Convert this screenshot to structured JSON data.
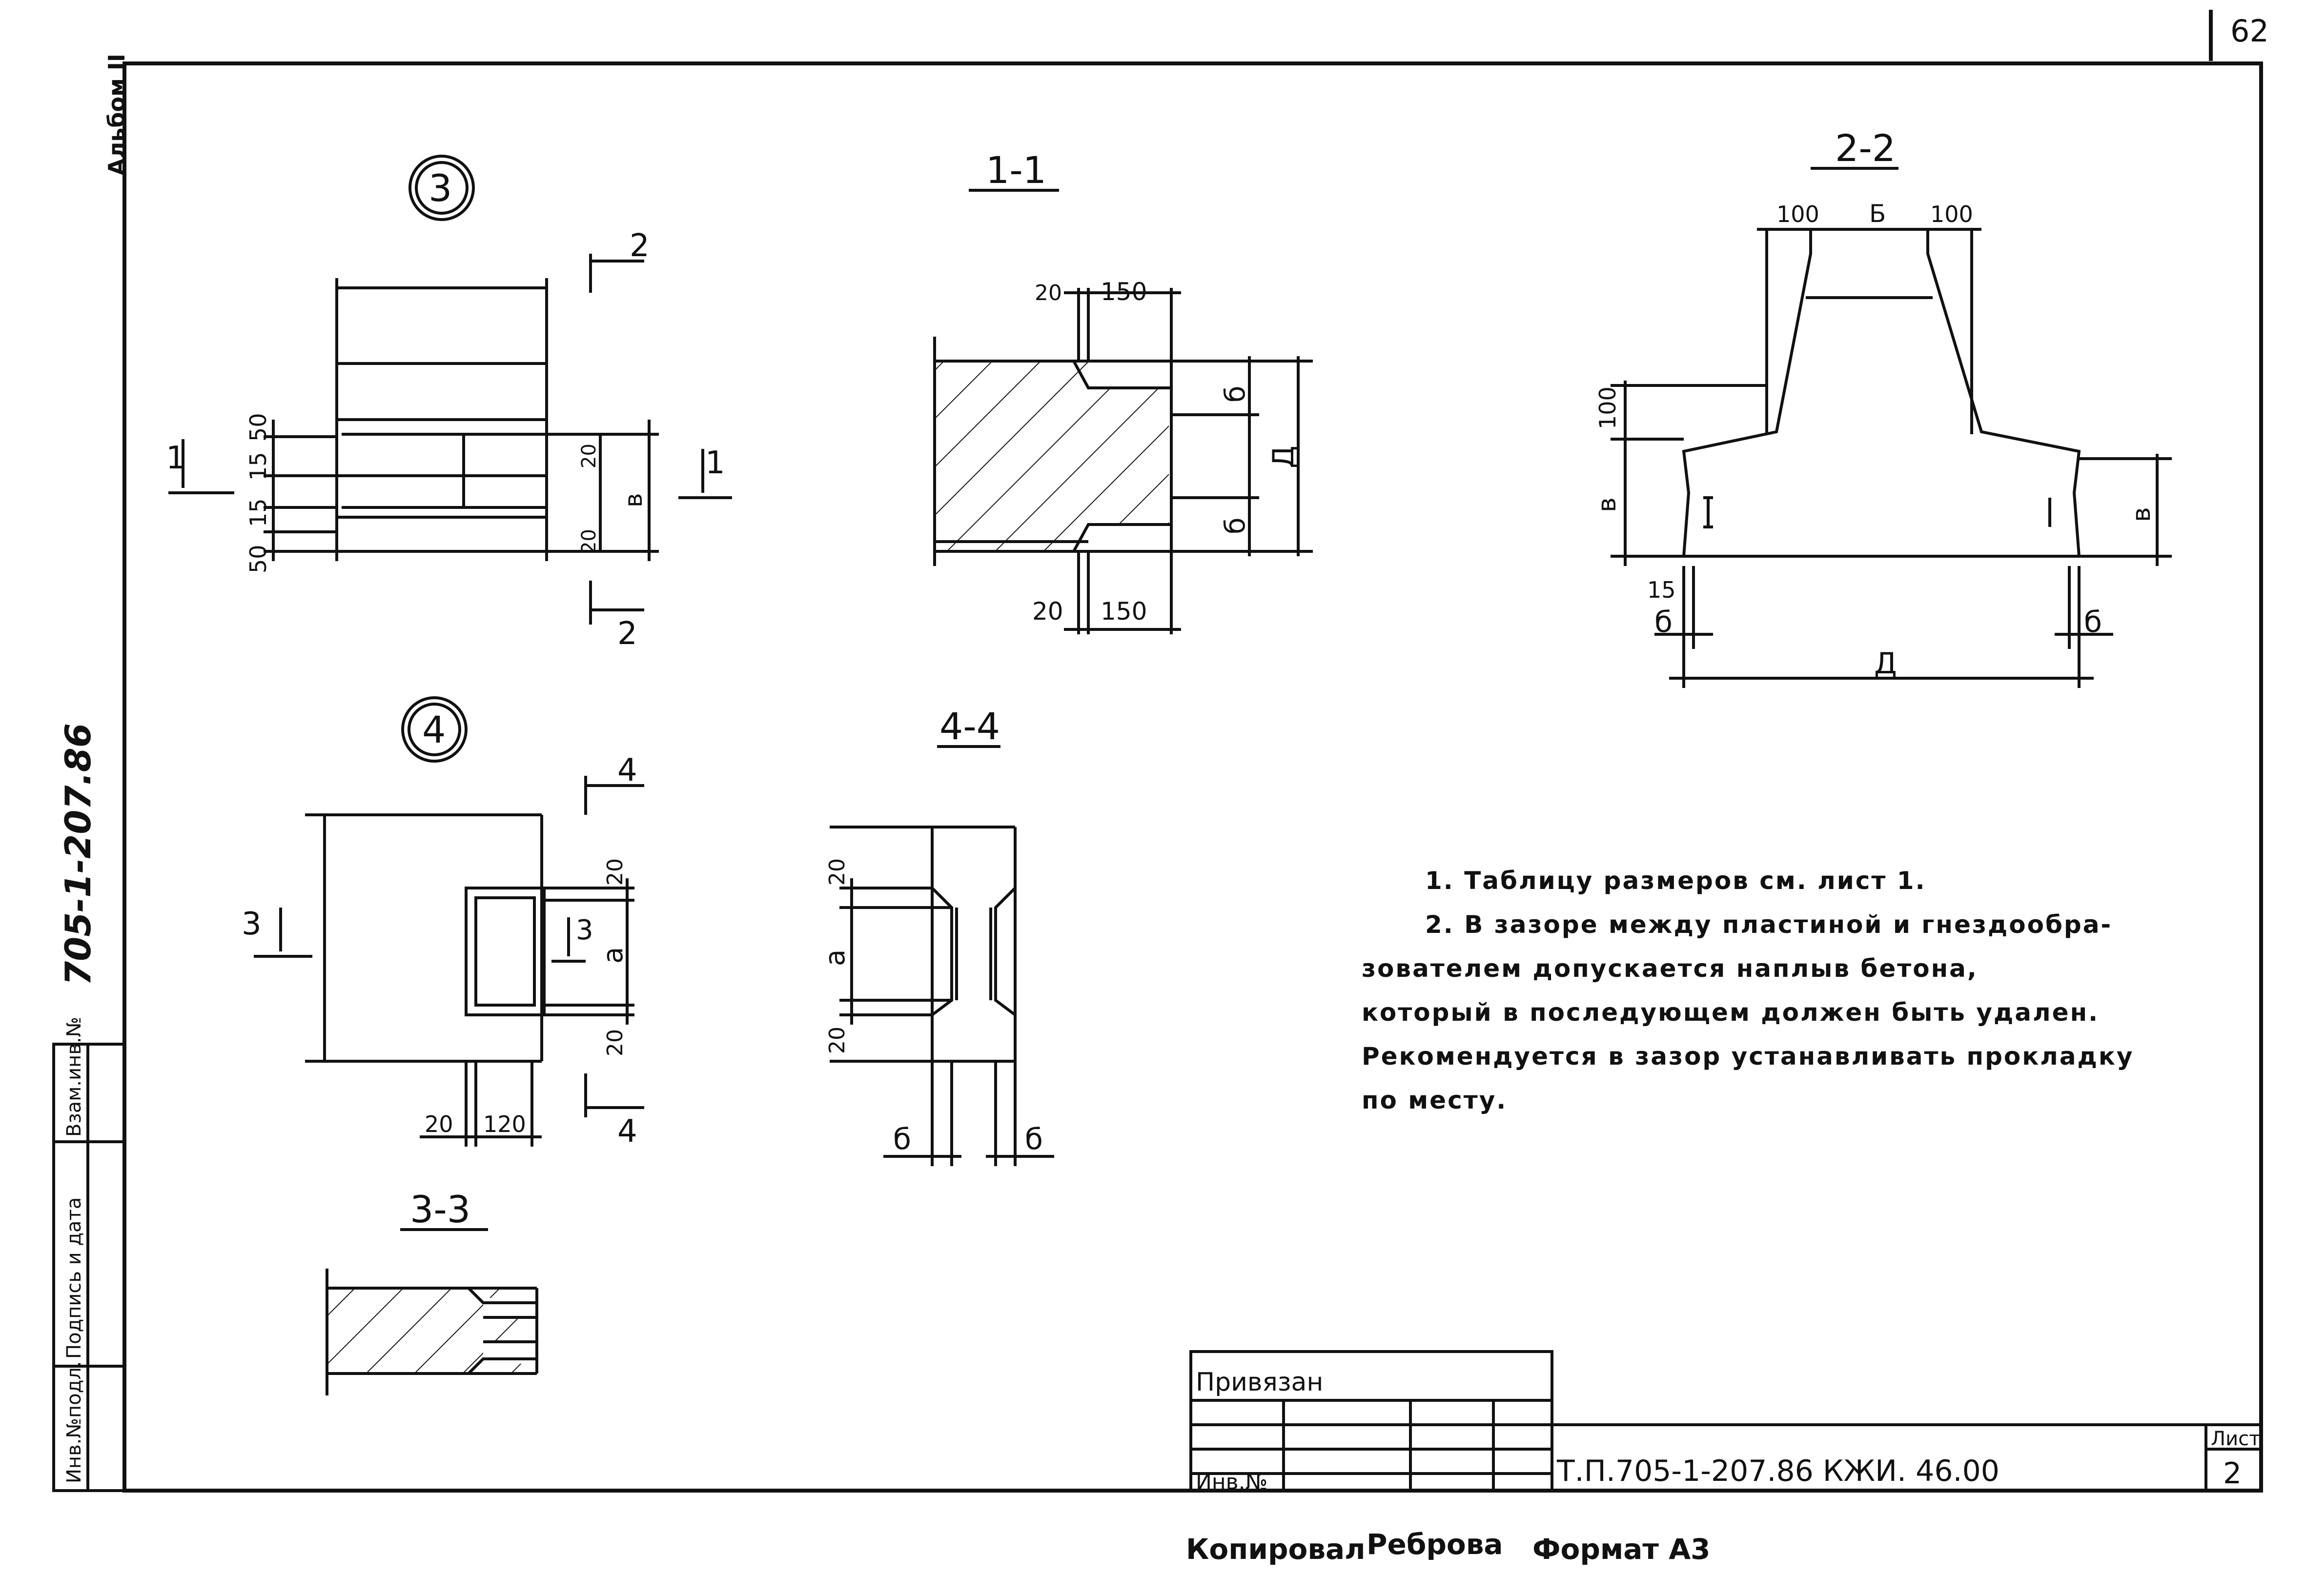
{
  "sheet_number_top": "62",
  "album_label": "Альбом II",
  "series_side": "705-1-207.86",
  "left_strip": {
    "cells": [
      "Инв.№подл.",
      "Подпись и дата",
      "Взам.инв.№"
    ]
  },
  "callouts": {
    "c3": "3",
    "c4": "4"
  },
  "sections": {
    "s11": "1-1",
    "s22": "2-2",
    "s44": "4-4",
    "s33": "3-3"
  },
  "cut_marks": {
    "m1": "1",
    "m2": "2",
    "m3": "3",
    "m4": "4"
  },
  "dimensions": {
    "d20": "20",
    "d150": "150",
    "d50": "50",
    "d15": "15",
    "d100": "100",
    "d120": "120",
    "sym_b_small": "б",
    "sym_B": "Б",
    "sym_v": "в",
    "sym_a": "а",
    "sym_D": "Д"
  },
  "notes": {
    "line1": "1. Таблицу размеров см. лист 1.",
    "line2": "2. В зазоре между пластиной и гнездообра-",
    "line3": "зователем допускается наплыв бетона,",
    "line4": "который в последующем должен быть удален.",
    "line5": "Рекомендуется в зазор устанавливать прокладку",
    "line6": "по месту."
  },
  "title_block": {
    "privyazan": "Привязан",
    "inv_no": "Инв.№",
    "code": "Т.П.705-1-207.86 КЖИ. 46.00",
    "list_label": "Лист",
    "list_no": "2"
  },
  "footer": {
    "copied_label": "Копировал",
    "copied_name": "Реброва",
    "format": "Формат А3"
  }
}
